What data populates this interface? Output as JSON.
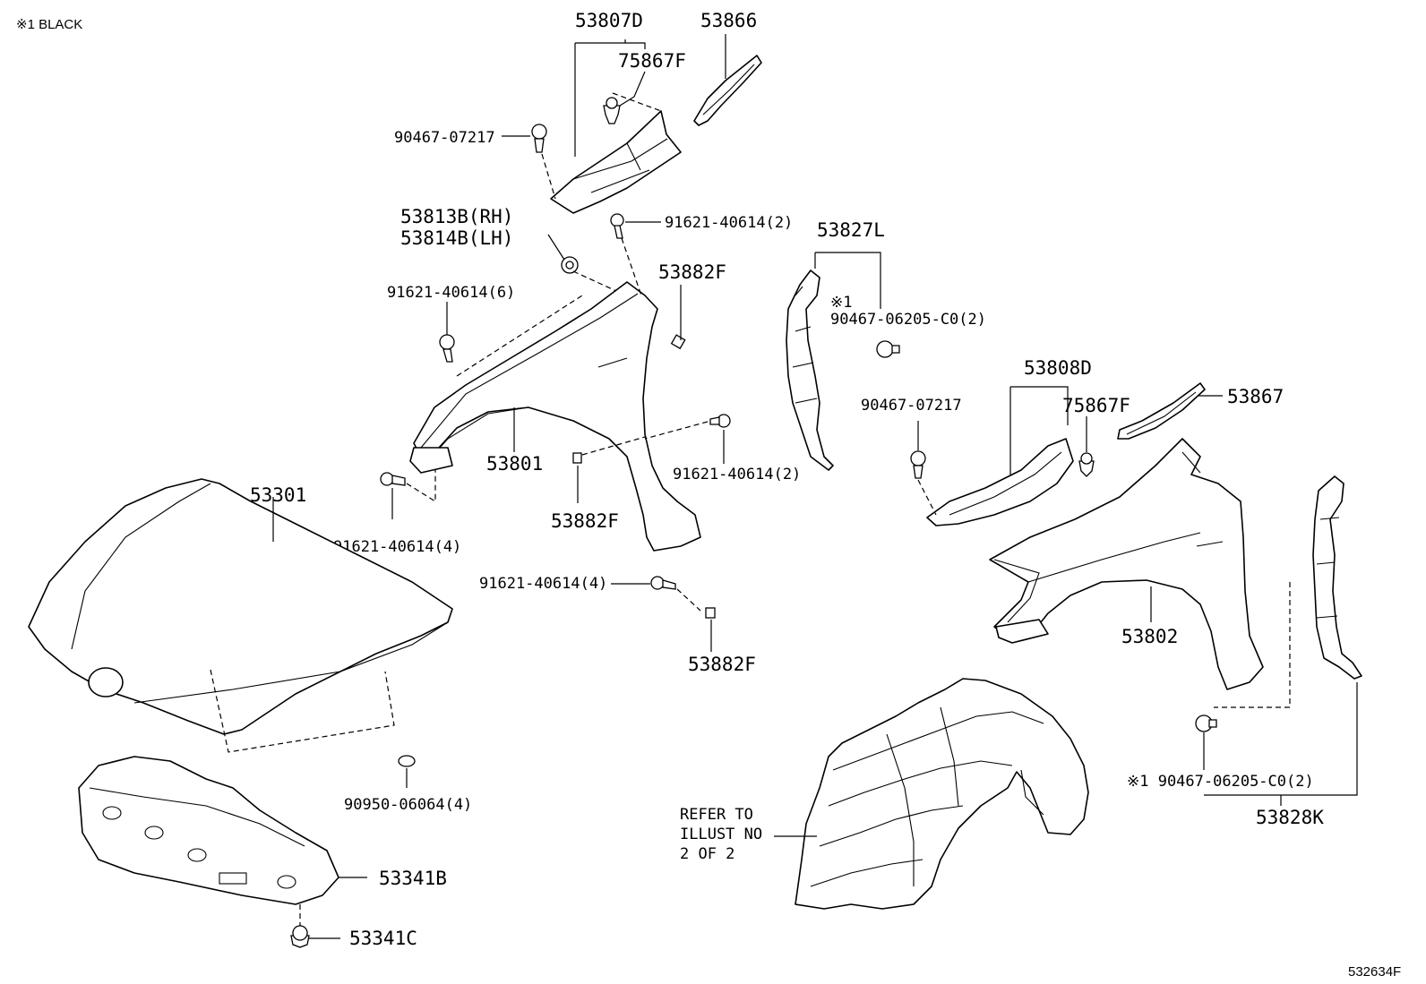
{
  "header": {
    "note": "※1 BLACK"
  },
  "footer": {
    "diagram_code": "532634F"
  },
  "callouts": {
    "p53807D": "53807D",
    "p53866": "53866",
    "p75867F_a": "75867F",
    "p90467_07217_a": "90467-07217",
    "p91621_40614_2a": "91621-40614(2)",
    "p53813B": "53813B(RH)",
    "p53814B": "53814B(LH)",
    "p91621_40614_6": "91621-40614(6)",
    "p53882F_a": "53882F",
    "p53827L": "53827L",
    "mark_1a": "※1",
    "p90467_06205_a": "90467-06205-C0(2)",
    "p53808D": "53808D",
    "p90467_07217_b": "90467-07217",
    "p75867F_b": "75867F",
    "p53867": "53867",
    "p53801": "53801",
    "p91621_40614_2b": "91621-40614(2)",
    "p53301": "53301",
    "p53882F_b": "53882F",
    "p91621_40614_4a": "91621-40614(4)",
    "p91621_40614_4b": "91621-40614(4)",
    "p53882F_c": "53882F",
    "p53802": "53802",
    "p90950_06064": "90950-06064(4)",
    "p90467_06205_b": "※1 90467-06205-C0(2)",
    "p53828K": "53828K",
    "refer_line1": "REFER TO",
    "refer_line2": "ILLUST NO",
    "refer_line3": "2 OF 2",
    "p53341B": "53341B",
    "p53341C": "53341C"
  }
}
